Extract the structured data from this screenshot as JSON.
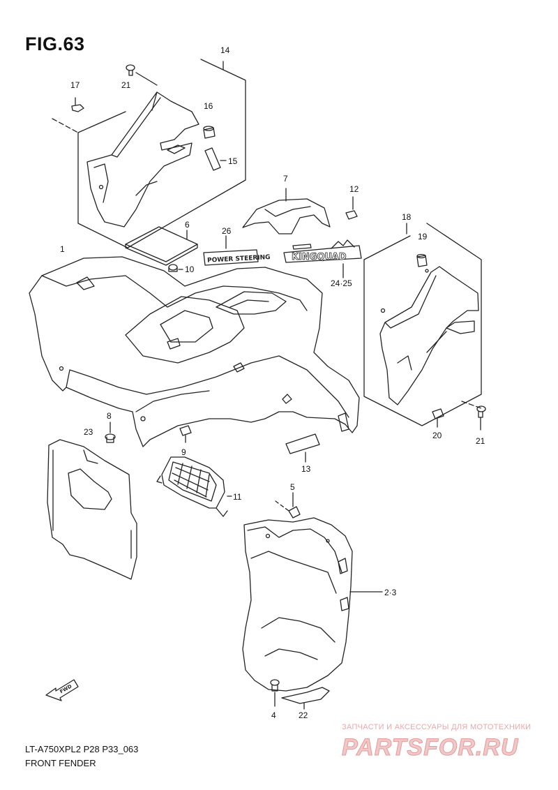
{
  "figure": {
    "title": "FIG.63",
    "model_code": "LT-A750XPL2 P28 P33_063",
    "section_name": "FRONT FENDER"
  },
  "callouts": [
    "14",
    "17",
    "21",
    "16",
    "15",
    "7",
    "12",
    "18",
    "6",
    "26",
    "19",
    "1",
    "10",
    "24·25",
    "8",
    "23",
    "9",
    "20",
    "21",
    "13",
    "11",
    "5",
    "2·3",
    "4",
    "22"
  ],
  "stickers": {
    "power_steering": "POWER STEERING",
    "kingquad": "KINGQUAD",
    "fwd": "FWD"
  },
  "watermark": {
    "caption": "ЗАПЧАСТИ И АКСЕССУАРЫ ДЛЯ МОТОТЕХНИКИ",
    "logo": "PARTSFOR.RU"
  },
  "colors": {
    "line": "#222222",
    "watermark": "#e39b9b"
  }
}
